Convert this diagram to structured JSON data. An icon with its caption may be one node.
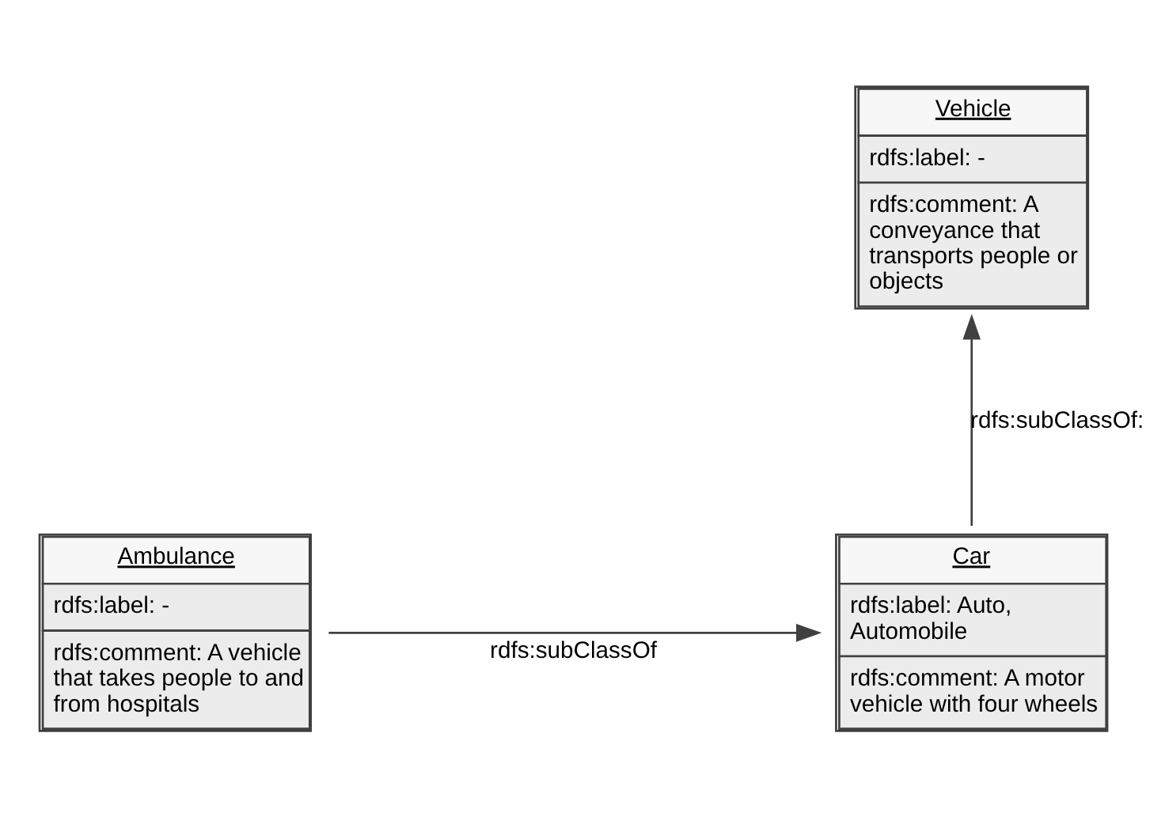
{
  "diagram": {
    "nodes": [
      {
        "text": [
          "Vehicle",
          "rdfs:label: -",
          "rdfs:comment: A conveyance that transports people or objects"
        ]
      },
      {
        "text": [
          "Car",
          "rdfs:label: Auto, Automobile",
          "rdfs:comment: A motor vehicle with four wheels"
        ]
      },
      {
        "text": [
          "Ambulance",
          "rdfs:label: -",
          "rdfs:comment: A vehicle that takes people to and from hospitals"
        ]
      }
    ],
    "edges": [
      {
        "from": 1,
        "to": 0,
        "arrow": "to",
        "label": "rdfs:subClassOf:"
      },
      {
        "from": 2,
        "to": 1,
        "arrow": "to",
        "label": "rdfs:subClassOf"
      }
    ]
  }
}
